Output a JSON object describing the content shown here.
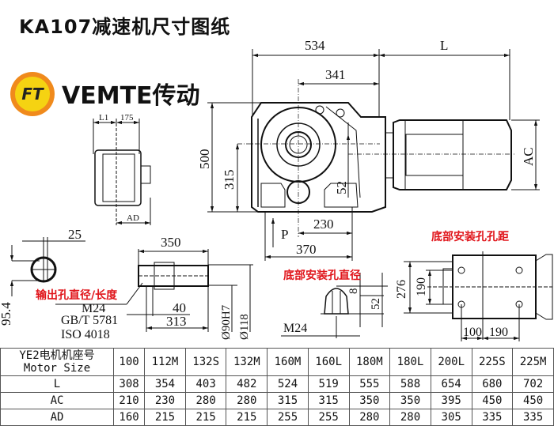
{
  "title": "KA107减速机尺寸图纸",
  "brand": {
    "logo_text": "FT",
    "name": "VEMTE传动",
    "logo_color": "#f08a1c",
    "logo_inner_color": "#f5d312"
  },
  "dimensions": {
    "d534": "534",
    "dL": "L",
    "d341": "341",
    "d500": "500",
    "d315": "315",
    "d52": "52",
    "dAC": "AC",
    "d230": "230",
    "d370": "370",
    "P": "P",
    "side_L1": "L1",
    "side_175": "175",
    "side_AD": "AD",
    "bore_25": "25",
    "bore_95_4": "95.4",
    "shaft_350": "350",
    "shaft_40": "40",
    "shaft_313": "313",
    "shaft_d90": "Ø90H7",
    "shaft_d118": "Ø118",
    "bolt_M24": "M24",
    "bolt_std1": "GB/T 5781",
    "bolt_std2": "ISO 4018",
    "hole_8": "8",
    "hole_52": "52",
    "hole_M24": "M24",
    "base_276": "276",
    "base_190v": "190",
    "base_100": "100",
    "base_190h": "190"
  },
  "labels": {
    "output_bore": "输出孔直径/长度",
    "base_hole_dia": "底部安装孔直径",
    "base_hole_spacing": "底部安装孔孔距"
  },
  "table": {
    "header": [
      "YE2电机机座号",
      "Motor Size"
    ],
    "sizes": [
      "100",
      "112M",
      "132S",
      "132M",
      "160M",
      "160L",
      "180M",
      "180L",
      "200L",
      "225S",
      "225M"
    ],
    "rows": [
      {
        "label": "L",
        "values": [
          "308",
          "354",
          "403",
          "482",
          "524",
          "519",
          "555",
          "588",
          "654",
          "680",
          "702"
        ]
      },
      {
        "label": "AC",
        "values": [
          "210",
          "230",
          "280",
          "280",
          "315",
          "315",
          "350",
          "350",
          "395",
          "450",
          "450"
        ]
      },
      {
        "label": "AD",
        "values": [
          "160",
          "215",
          "215",
          "215",
          "255",
          "255",
          "280",
          "280",
          "305",
          "335",
          "335"
        ]
      }
    ]
  },
  "colors": {
    "label_red": "#e0141a",
    "line": "#111111"
  }
}
